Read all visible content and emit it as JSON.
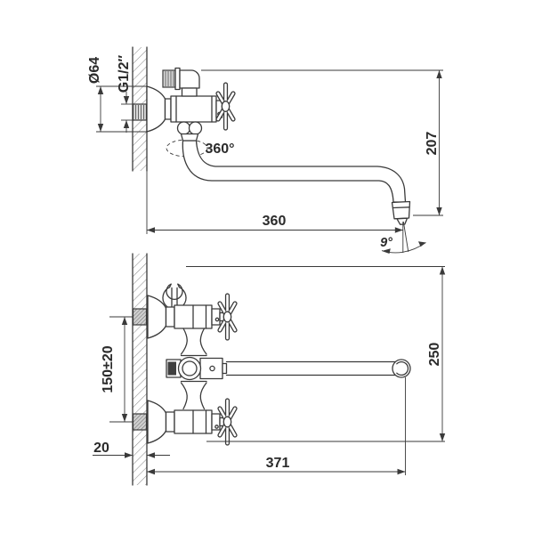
{
  "colors": {
    "background": "#ffffff",
    "line": "#3a3a3a",
    "text": "#2b2b2b"
  },
  "side_view": {
    "diameter_label": "Ø64",
    "thread_label": "G1/2″",
    "swivel_label": "360°",
    "height_dim": "207",
    "reach_dim": "360",
    "spray_angle": "9°"
  },
  "plan_view": {
    "spacing_dim": "150±20",
    "wall_dim": "20",
    "length_dim": "371",
    "height_dim": "250"
  }
}
